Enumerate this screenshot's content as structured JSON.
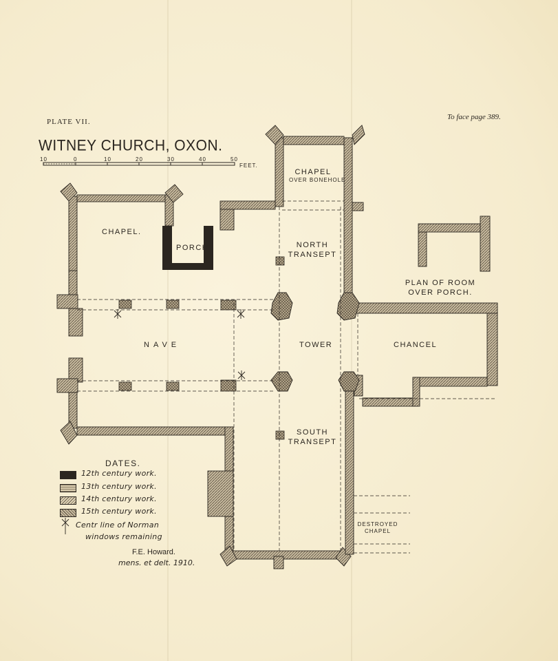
{
  "plate": {
    "label": "PLATE VII.",
    "face_page": "To face page 389.",
    "title": "WITNEY CHURCH, OXON."
  },
  "scale": {
    "ticks": [
      "10",
      "0",
      "10",
      "20",
      "30",
      "40",
      "50"
    ],
    "unit": "FEET."
  },
  "rooms": {
    "chapel_bonehole": [
      "CHAPEL",
      "OVER BONEHOLE"
    ],
    "chapel": "CHAPEL.",
    "porch": "PORCH",
    "north_transept": [
      "NORTH",
      "TRANSEPT"
    ],
    "nave": "NAVE",
    "tower": "TOWER",
    "chancel": "CHANCEL",
    "south_transept": [
      "SOUTH",
      "TRANSEPT"
    ],
    "destroyed_chapel": [
      "DESTROYED",
      "CHAPEL"
    ],
    "plan_room": [
      "PLAN OF ROOM",
      "OVER PORCH."
    ]
  },
  "legend": {
    "heading": "DATES.",
    "items": [
      {
        "label": "12th century work.",
        "color": "#2b2620"
      },
      {
        "label": "13th century work.",
        "color": "#8d7f68"
      },
      {
        "label": "14th century work.",
        "color": "#b7a98c"
      },
      {
        "label": "15th century work.",
        "color": "#a5987d"
      }
    ],
    "norman_line_1": "Centr line of Norman",
    "norman_line_2": "windows remaining"
  },
  "credits": {
    "author": "F.E. Howard.",
    "note": "mens. et delt. 1910."
  },
  "colors": {
    "paper": "#f7efd4",
    "ink": "#2b2620",
    "wall_15th": "#a5987d",
    "wall_14th": "#b7a98c"
  }
}
